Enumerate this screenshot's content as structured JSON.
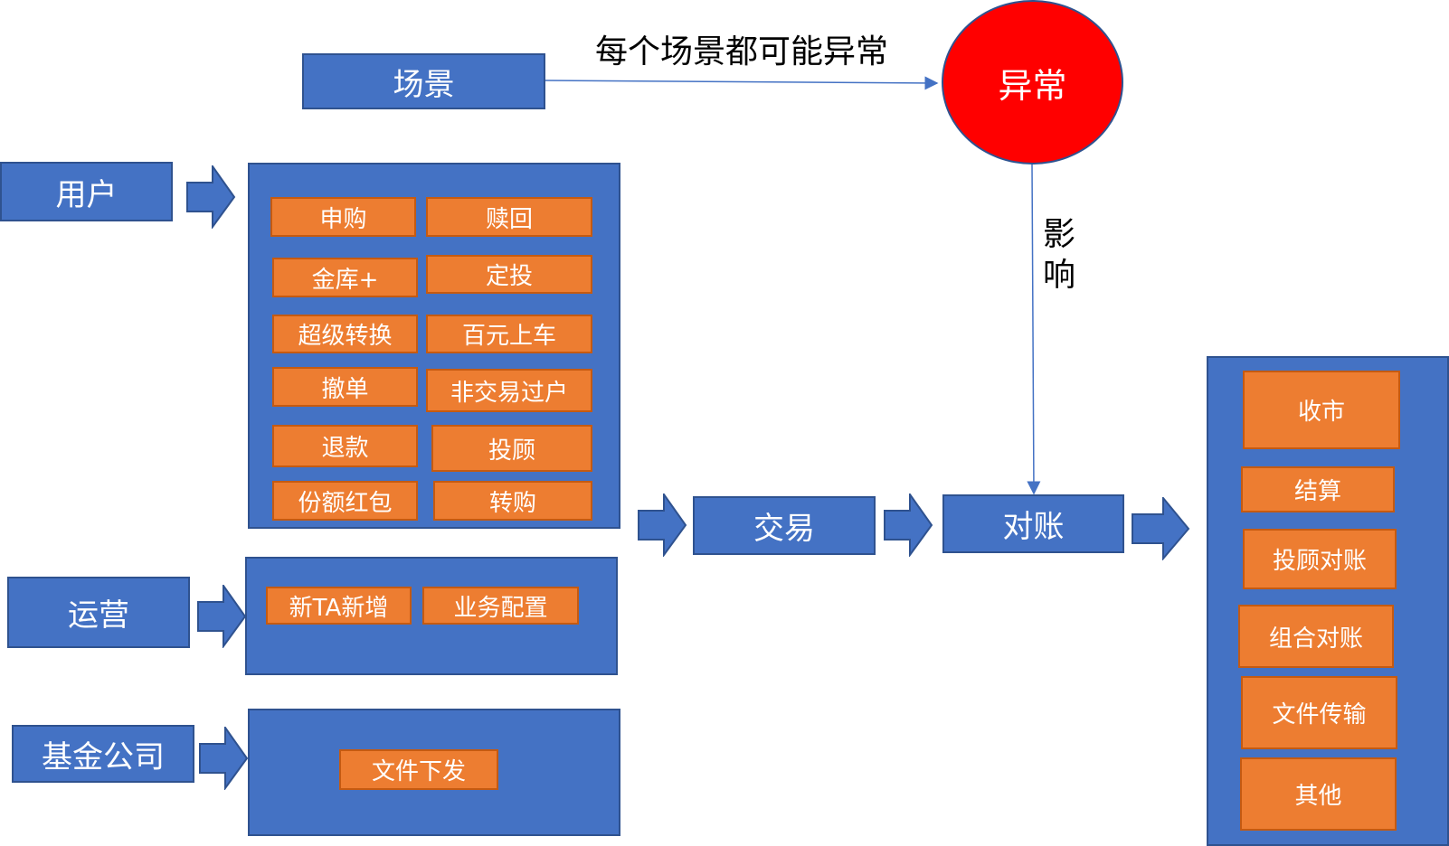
{
  "scene": {
    "label": "场景"
  },
  "annotation_top": "每个场景都可能异常",
  "anomaly": {
    "label": "异常"
  },
  "influence": {
    "char1": "影",
    "char2": "响"
  },
  "user": {
    "label": "用户",
    "items": [
      "申购",
      "赎回",
      "金库+",
      "定投",
      "超级转换",
      "百元上车",
      "撤单",
      "非交易过户",
      "退款",
      "投顾",
      "份额红包",
      "转购"
    ]
  },
  "ops": {
    "label": "运营",
    "items": [
      "新TA新增",
      "业务配置"
    ]
  },
  "fund": {
    "label": "基金公司",
    "items": [
      "文件下发"
    ]
  },
  "trade": {
    "label": "交易"
  },
  "recon": {
    "label": "对账"
  },
  "result": {
    "items": [
      "收市",
      "结算",
      "投顾对账",
      "组合对账",
      "文件传输",
      "其他"
    ]
  },
  "colors": {
    "blue": "#4472c4",
    "blue_border": "#2f528f",
    "orange": "#ed7d31",
    "orange_border": "#c55a11",
    "red": "#ff0000"
  }
}
